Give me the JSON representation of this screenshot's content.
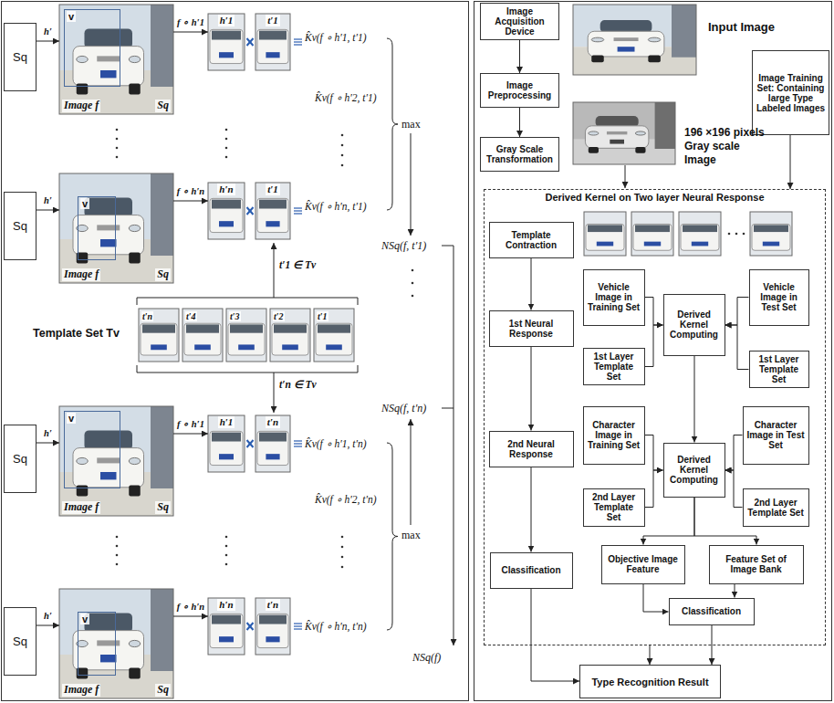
{
  "diagram": {
    "nodes": [
      {
        "text": [
          "Sq"
        ]
      },
      {
        "text": [
          "Image f",
          "Sq"
        ]
      },
      {
        "text": [
          "v"
        ],
        "in": 1
      },
      {
        "text": [
          "h′1"
        ]
      },
      {
        "text": [
          "t′1"
        ]
      },
      {
        "text": [
          "Sq"
        ]
      },
      {
        "text": [
          "Image f",
          "Sq"
        ]
      },
      {
        "text": [
          "v"
        ],
        "in": 6
      },
      {
        "text": [
          "h′n"
        ]
      },
      {
        "text": [
          "t′1"
        ]
      },
      {
        "text": [
          "Sq"
        ]
      },
      {
        "text": [
          "Image f",
          "Sq"
        ]
      },
      {
        "text": [
          "v"
        ],
        "in": 11
      },
      {
        "text": [
          "h′1"
        ]
      },
      {
        "text": [
          "t′n"
        ]
      },
      {
        "text": [
          "Sq"
        ]
      },
      {
        "text": [
          "Image f",
          "Sq"
        ]
      },
      {
        "text": [
          "v"
        ],
        "in": 16
      },
      {
        "text": [
          "h′n"
        ]
      },
      {
        "text": [
          "t′n"
        ]
      },
      {
        "text": [
          "Image Acquisition Device"
        ]
      },
      {
        "text": [
          "Image Preprocessing"
        ]
      },
      {
        "text": [
          "Gray Scale Transformation"
        ]
      },
      {
        "text": [
          "Image Training Set: Containing large Type Labeled Images"
        ]
      },
      {
        "text": [
          "Derived Kernel on Two layer Neural Response"
        ]
      },
      {
        "text": [
          "Template Contraction"
        ],
        "in": 24
      },
      {
        "text": [
          "1st Neural Response"
        ],
        "in": 24
      },
      {
        "text": [
          "2nd Neural Response"
        ],
        "in": 24
      },
      {
        "text": [
          "Classification"
        ],
        "in": 24
      },
      {
        "text": [
          "Vehicle Image in Training Set"
        ],
        "in": 24
      },
      {
        "text": [
          "1st Layer Template Set"
        ],
        "in": 24
      },
      {
        "text": [
          "Derived Kernel Computing"
        ],
        "in": 24
      },
      {
        "text": [
          "Vehicle Image in Test Set"
        ],
        "in": 24
      },
      {
        "text": [
          "1st Layer Template Set"
        ],
        "in": 24
      },
      {
        "text": [
          "Character Image in Training Set"
        ],
        "in": 24
      },
      {
        "text": [
          "2nd Layer Template Set"
        ],
        "in": 24
      },
      {
        "text": [
          "Derived Kernel Computing"
        ],
        "in": 24
      },
      {
        "text": [
          "Character Image in Test Set"
        ],
        "in": 24
      },
      {
        "text": [
          "2nd Layer Template Set"
        ],
        "in": 24
      },
      {
        "text": [
          "Objective Image Feature"
        ],
        "in": 24
      },
      {
        "text": [
          "Feature Set of Image Bank"
        ],
        "in": 24
      },
      {
        "text": [
          "Classification"
        ],
        "in": 24
      },
      {
        "text": [
          "Type Recognition Result"
        ]
      }
    ],
    "edges": [
      {
        "from": 0,
        "to": 1,
        "label": "h′",
        "arrow": "to"
      },
      {
        "from": 1,
        "to": 3,
        "label": "f ∘ h′1",
        "arrow": "to"
      },
      {
        "from": 5,
        "to": 6,
        "label": "h′",
        "arrow": "to"
      },
      {
        "from": 6,
        "to": 8,
        "label": "f ∘ h′n",
        "arrow": "to"
      },
      {
        "from": 10,
        "to": 11,
        "label": "h′",
        "arrow": "to"
      },
      {
        "from": 11,
        "to": 13,
        "label": "f ∘ h′1",
        "arrow": "to"
      },
      {
        "from": 15,
        "to": 16,
        "label": "h′",
        "arrow": "to"
      },
      {
        "from": 16,
        "to": 18,
        "label": "f ∘ h′n",
        "arrow": "to"
      },
      {
        "from": 20,
        "to": 21,
        "arrow": "to"
      },
      {
        "from": 21,
        "to": 22,
        "arrow": "to"
      },
      {
        "from": 23,
        "to": 24,
        "arrow": "to"
      },
      {
        "from": 25,
        "to": 26,
        "arrow": "to"
      },
      {
        "from": 26,
        "to": 27,
        "arrow": "to"
      },
      {
        "from": 27,
        "to": 28,
        "arrow": "to"
      },
      {
        "from": 28,
        "to": 42,
        "arrow": "to"
      },
      {
        "from": 29,
        "to": 31,
        "arrow": "to"
      },
      {
        "from": 30,
        "to": 31,
        "arrow": "to"
      },
      {
        "from": 32,
        "to": 31,
        "arrow": "to"
      },
      {
        "from": 33,
        "to": 31,
        "arrow": "to"
      },
      {
        "from": 31,
        "to": 36,
        "arrow": "to"
      },
      {
        "from": 34,
        "to": 36,
        "arrow": "to"
      },
      {
        "from": 35,
        "to": 36,
        "arrow": "to"
      },
      {
        "from": 37,
        "to": 36,
        "arrow": "to"
      },
      {
        "from": 38,
        "to": 36,
        "arrow": "to"
      },
      {
        "from": 36,
        "to": 39,
        "arrow": "to"
      },
      {
        "from": 36,
        "to": 40,
        "arrow": "to"
      },
      {
        "from": 39,
        "to": 41,
        "arrow": "to"
      },
      {
        "from": 40,
        "to": 41,
        "arrow": "to"
      },
      {
        "from": 41,
        "to": 42,
        "arrow": "to"
      },
      {
        "from": 24,
        "to": 42,
        "arrow": "to"
      }
    ],
    "labels": [
      "K̂v(f ∘ h′1, t′1)",
      "K̂v(f ∘ h′2, t′1)",
      "K̂v(f ∘ h′n, t′1)",
      "max",
      "NSq(f, t′1)",
      "t′1 ∈ Tv",
      "Template Set Tv",
      "t′n",
      "t′4",
      "t′3",
      "t′2",
      "t′1",
      "t′n ∈ Tv",
      "NSq(f, t′n)",
      "K̂v(f ∘ h′1, t′n)",
      "K̂v(f ∘ h′2, t′n)",
      "max",
      "K̂v(f ∘ h′n, t′n)",
      "NSq(f)",
      "Input Image",
      "196 ×196 pixels Gray scale Image"
    ]
  }
}
